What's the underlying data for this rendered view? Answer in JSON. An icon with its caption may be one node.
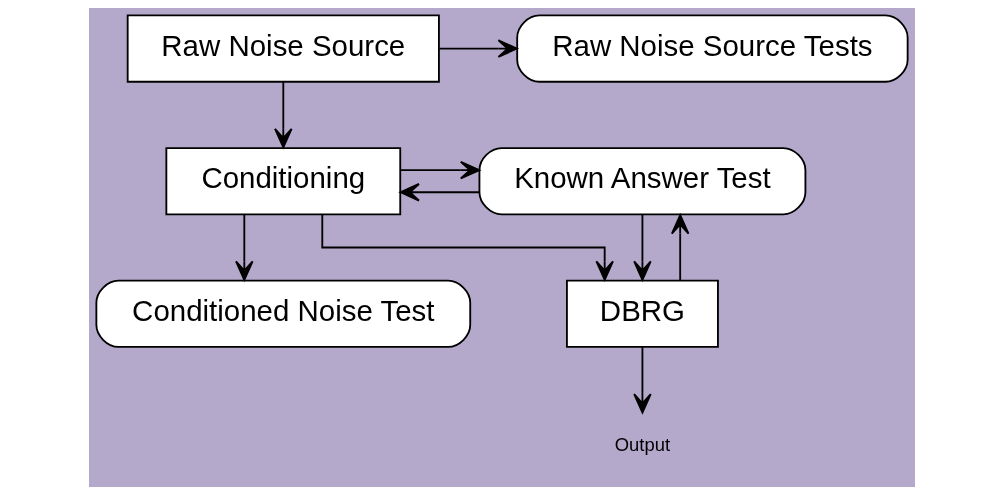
{
  "diagram": {
    "nodes": [
      {
        "text": [
          "Raw Noise Source"
        ]
      },
      {
        "text": [
          "Raw Noise Source Tests"
        ]
      },
      {
        "text": [
          "Conditioning"
        ]
      },
      {
        "text": [
          "Known Answer Test"
        ]
      },
      {
        "text": [
          "Conditioned Noise Test"
        ]
      },
      {
        "text": [
          "DBRG"
        ]
      },
      {
        "text": [
          "Output"
        ]
      }
    ],
    "edges": [
      {
        "from": 0,
        "to": 1,
        "arrow": "to"
      },
      {
        "from": 0,
        "to": 2,
        "arrow": "to"
      },
      {
        "from": 3,
        "to": 2,
        "arrow": "to"
      },
      {
        "from": 2,
        "to": 4,
        "arrow": "to"
      },
      {
        "from": 2,
        "to": 5,
        "arrow": "to"
      },
      {
        "from": 2,
        "to": 3,
        "arrow": "to"
      },
      {
        "from": 3,
        "to": 5,
        "arrow": "to"
      },
      {
        "from": 5,
        "to": 6,
        "arrow": "to"
      },
      {
        "from": 5,
        "to": 3,
        "arrow": "to"
      }
    ]
  }
}
